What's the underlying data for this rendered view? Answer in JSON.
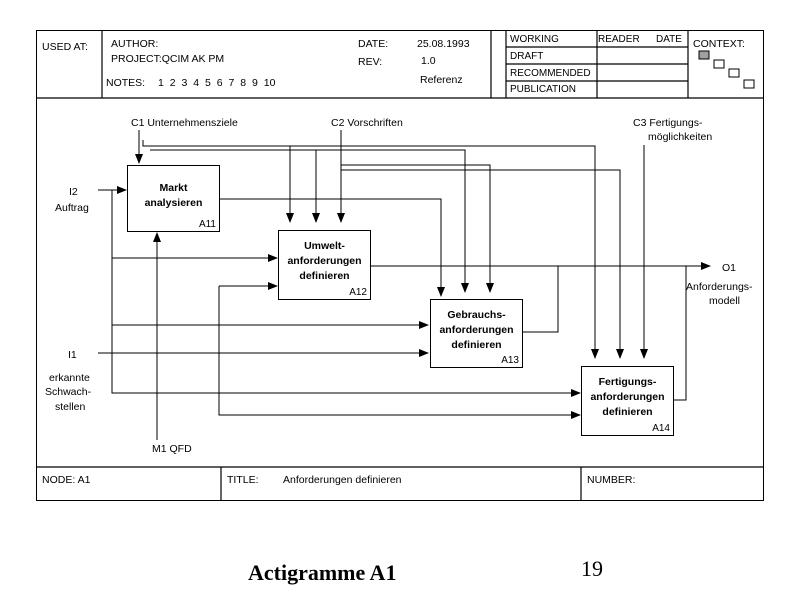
{
  "header": {
    "used_at": "USED AT:",
    "author_label": "AUTHOR:",
    "project": "PROJECT:QCIM AK PM",
    "notes_label": "NOTES:",
    "notes_values": "1 2 3 4 5 6 7 8 9 10",
    "date_label": "DATE:",
    "date_value": "25.08.1993",
    "rev_label": "REV:",
    "rev_value": "1.0",
    "referenz": "Referenz",
    "status": {
      "working": "WORKING",
      "draft": "DRAFT",
      "recommended": "RECOMMENDED",
      "publication": "PUBLICATION"
    },
    "reader": "READER",
    "date_col": "DATE",
    "context": "CONTEXT:"
  },
  "diagram": {
    "controls": {
      "c1": "C1   Unternehmensziele",
      "c2": "C2   Vorschriften",
      "c3_line1": "C3   Fertigungs-",
      "c3_line2": "möglichkeiten"
    },
    "inputs": {
      "i2_line1": "I2",
      "i2_line2": "Auftrag",
      "i1": "I1",
      "i1_note1": "erkannte",
      "i1_note2": "Schwach-",
      "i1_note3": "stellen"
    },
    "mechanism": "M1   QFD",
    "output": {
      "o1": "O1",
      "o1_line2": "Anforderungs-",
      "o1_line3": "modell"
    },
    "boxes": {
      "a11": {
        "line1": "Markt",
        "line2": "analysieren",
        "node": "A11"
      },
      "a12": {
        "line1": "Umwelt-",
        "line2": "anforderungen",
        "line3": "definieren",
        "node": "A12"
      },
      "a13": {
        "line1": "Gebrauchs-",
        "line2": "anforderungen",
        "line3": "definieren",
        "node": "A13"
      },
      "a14": {
        "line1": "Fertigungs-",
        "line2": "anforderungen",
        "line3": "definieren",
        "node": "A14"
      }
    }
  },
  "footer": {
    "node": "NODE: A1",
    "title_label": "TITLE:",
    "title_value": "Anforderungen definieren",
    "number": "NUMBER:"
  },
  "caption": "Actigramme A1",
  "page_number": "19",
  "colors": {
    "line": "#000000",
    "context_filled": "#a0a0a0"
  }
}
